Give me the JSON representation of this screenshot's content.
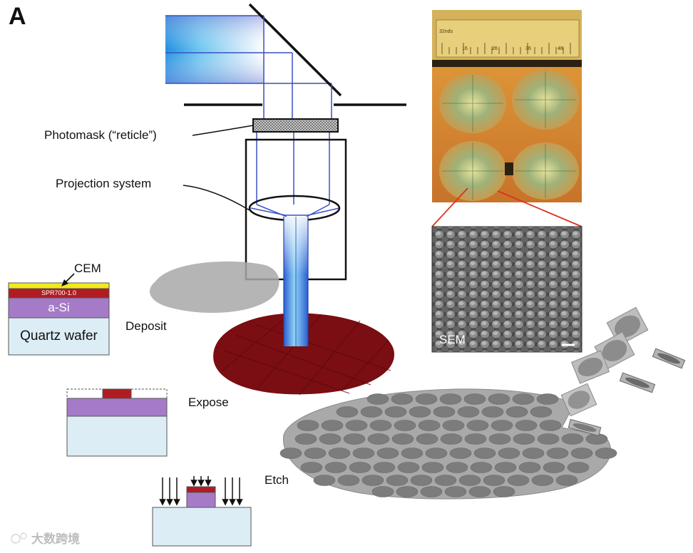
{
  "panel_label": "A",
  "labels": {
    "photomask": "Photomask (“reticle”)",
    "projection": "Projection system",
    "cem": "CEM",
    "deposit": "Deposit",
    "expose": "Expose",
    "etch": "Etch",
    "sem": "SEM"
  },
  "stack_layers": {
    "resist": "SPR700-1.0",
    "asi": "a-Si",
    "substrate": "Quartz wafer"
  },
  "ruler": {
    "unit": "32nds",
    "ticks": [
      "16",
      "26",
      "36",
      "46"
    ]
  },
  "watermark": "大数跨境",
  "colors": {
    "beam_line": "#3b4fc4",
    "wafer_red": "#7a0e12",
    "cem_yellow": "#f3ea1e",
    "resist_red": "#b01c22",
    "asi_purple": "#a57bc8",
    "quartz": "#dcedf5",
    "photo_bg": "#d88a2a",
    "zoom_line": "#e0301e"
  }
}
